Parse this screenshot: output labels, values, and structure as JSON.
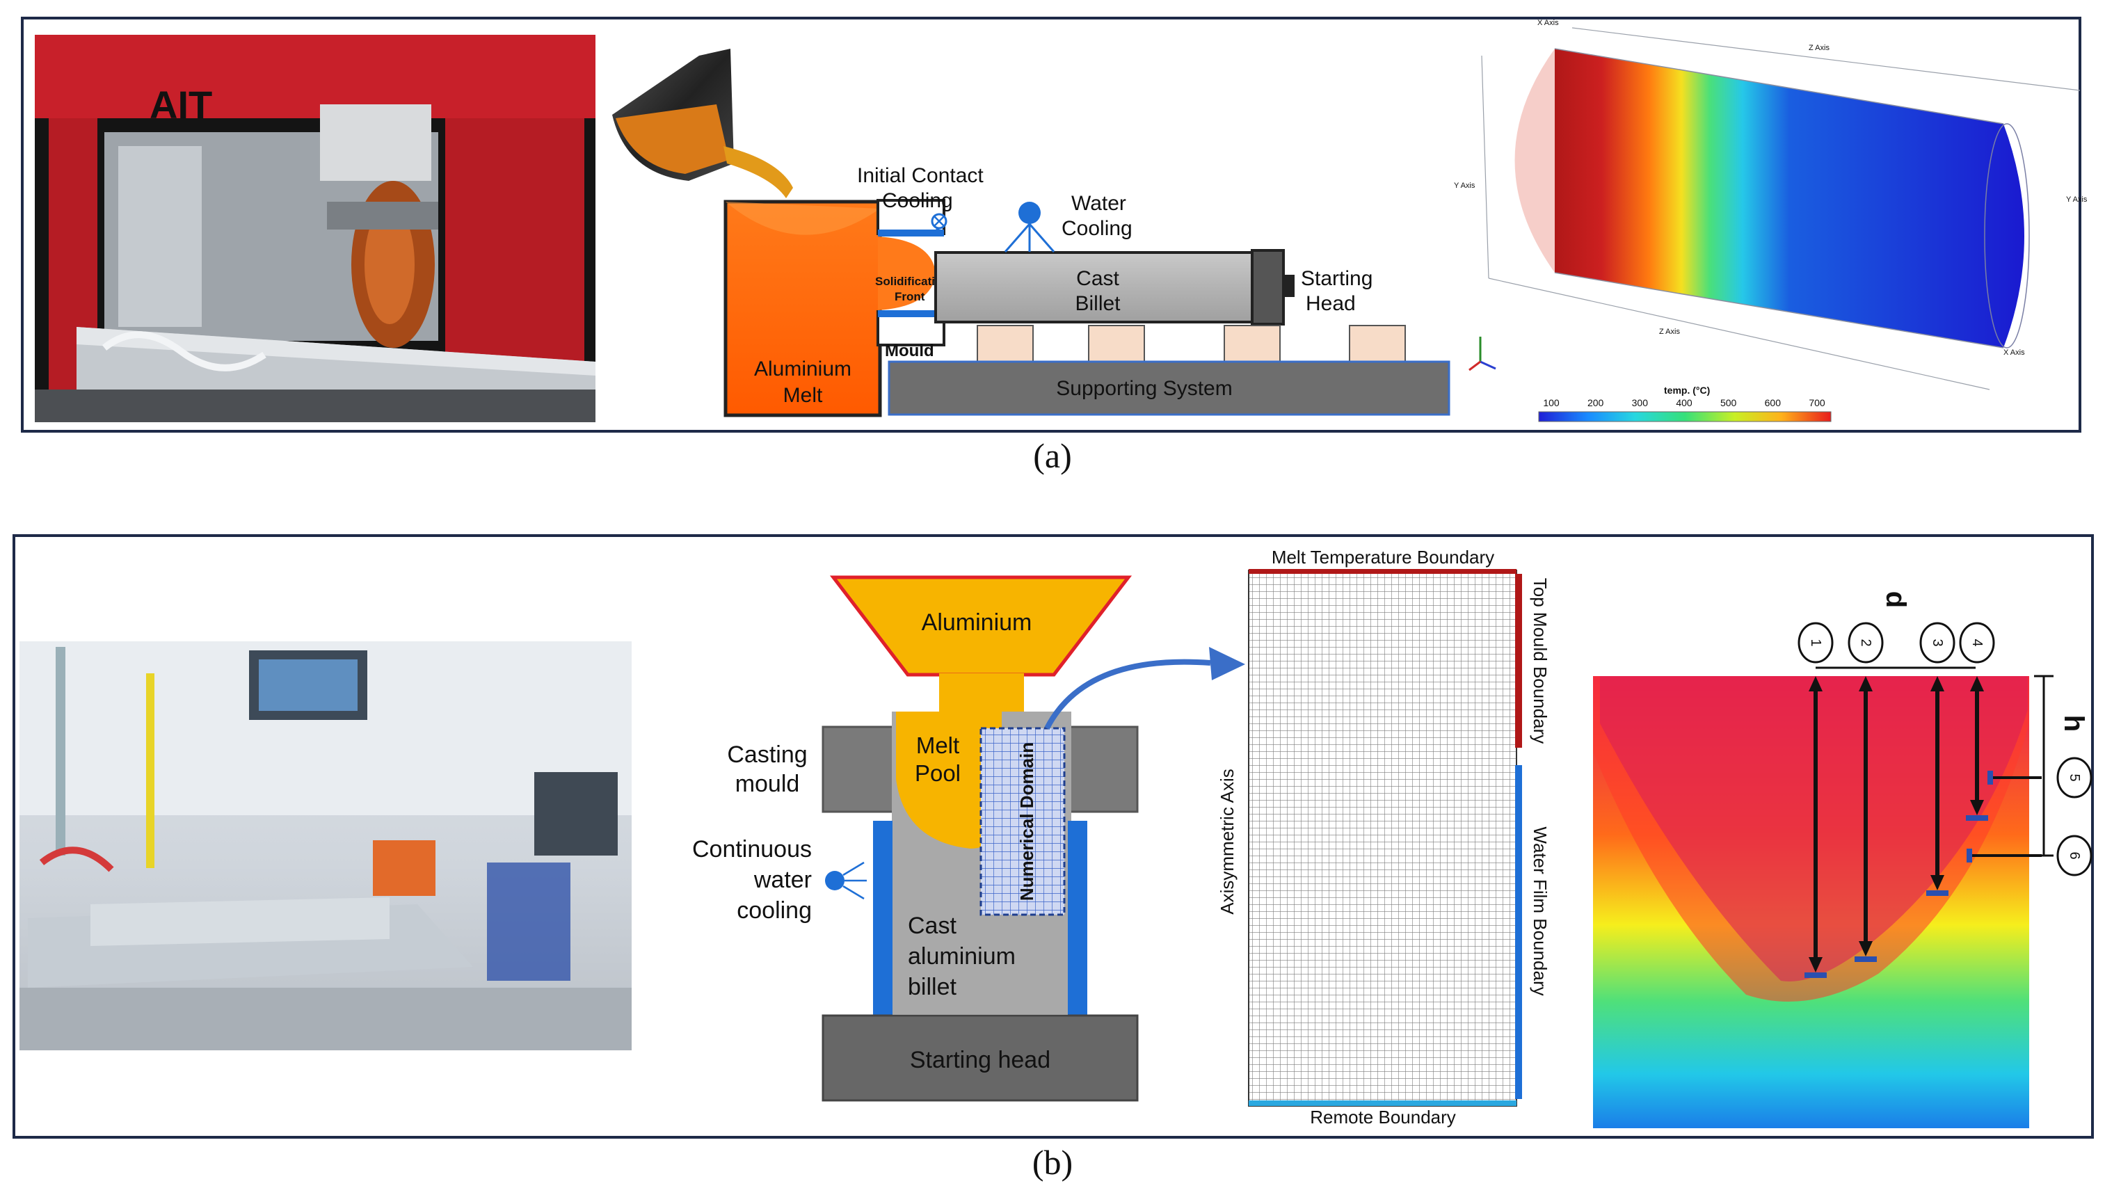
{
  "panel_a": {
    "caption": "(a)",
    "photo": {
      "logo_text": "AIT"
    },
    "schematic": {
      "initial_contact_cooling": [
        "Initial Contact",
        "Cooling"
      ],
      "water_cooling": [
        "Water",
        "Cooling"
      ],
      "solidification_front": [
        "Solidification",
        "Front"
      ],
      "cast_billet": [
        "Cast",
        "Billet"
      ],
      "starting_head": [
        "Starting",
        "Head"
      ],
      "mould": "Mould",
      "aluminium_melt": [
        "Aluminium",
        "Melt"
      ],
      "supporting_system": "Supporting System"
    },
    "simulation": {
      "x_axis_title": "X Axis",
      "y_axis_title": "Y Axis",
      "z_axis_title": "Z Axis",
      "colorbar_title": "temp. (°C)",
      "colorbar_ticks": [
        "100",
        "200",
        "300",
        "400",
        "500",
        "600",
        "700"
      ],
      "colorbar_colors": [
        "#1f1fd6",
        "#1a8cff",
        "#27d7e0",
        "#36e07a",
        "#c8ef25",
        "#ffb21a",
        "#e81c1c"
      ]
    }
  },
  "panel_b": {
    "caption": "(b)",
    "schematic": {
      "aluminium": "Aluminium",
      "melt_pool": [
        "Melt",
        "Pool"
      ],
      "numerical_domain": "Numerical Domain",
      "casting_mould": [
        "Casting",
        "mould"
      ],
      "continuous_water_cooling": [
        "Continuous",
        "water",
        "cooling"
      ],
      "cast_aluminium_billet": [
        "Cast",
        "aluminium",
        "billet"
      ],
      "starting_head": "Starting head"
    },
    "mesh": {
      "melt_temperature_boundary": "Melt Temperature Boundary",
      "top_mould_boundary": "Top Mould Boundary",
      "water_film_boundary": "Water Film Boundary",
      "axisymmetric_axis": "Axisymmetric Axis",
      "remote_boundary": "Remote Boundary"
    },
    "contour": {
      "d_label": "d",
      "h_label": "h",
      "markers": [
        "1",
        "2",
        "3",
        "4",
        "5",
        "6"
      ]
    }
  }
}
